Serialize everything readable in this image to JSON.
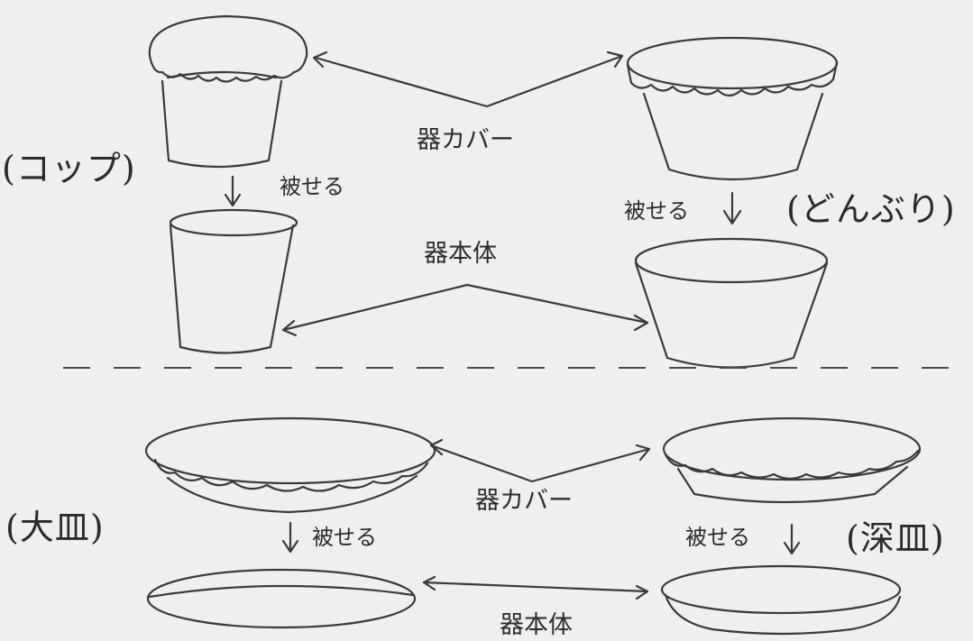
{
  "labels": {
    "cup": "(コップ)",
    "bowl": "(どんぶり)",
    "large_plate": "(大皿)",
    "deep_plate": "(深皿)",
    "cover_top": "器カバー",
    "cover_bottom": "器カバー",
    "body_top": "器本体",
    "body_bottom": "器本体",
    "put_on_cup": "被せる",
    "put_on_bowl": "被せる",
    "put_on_large_plate": "被せる",
    "put_on_deep_plate": "被せる"
  }
}
